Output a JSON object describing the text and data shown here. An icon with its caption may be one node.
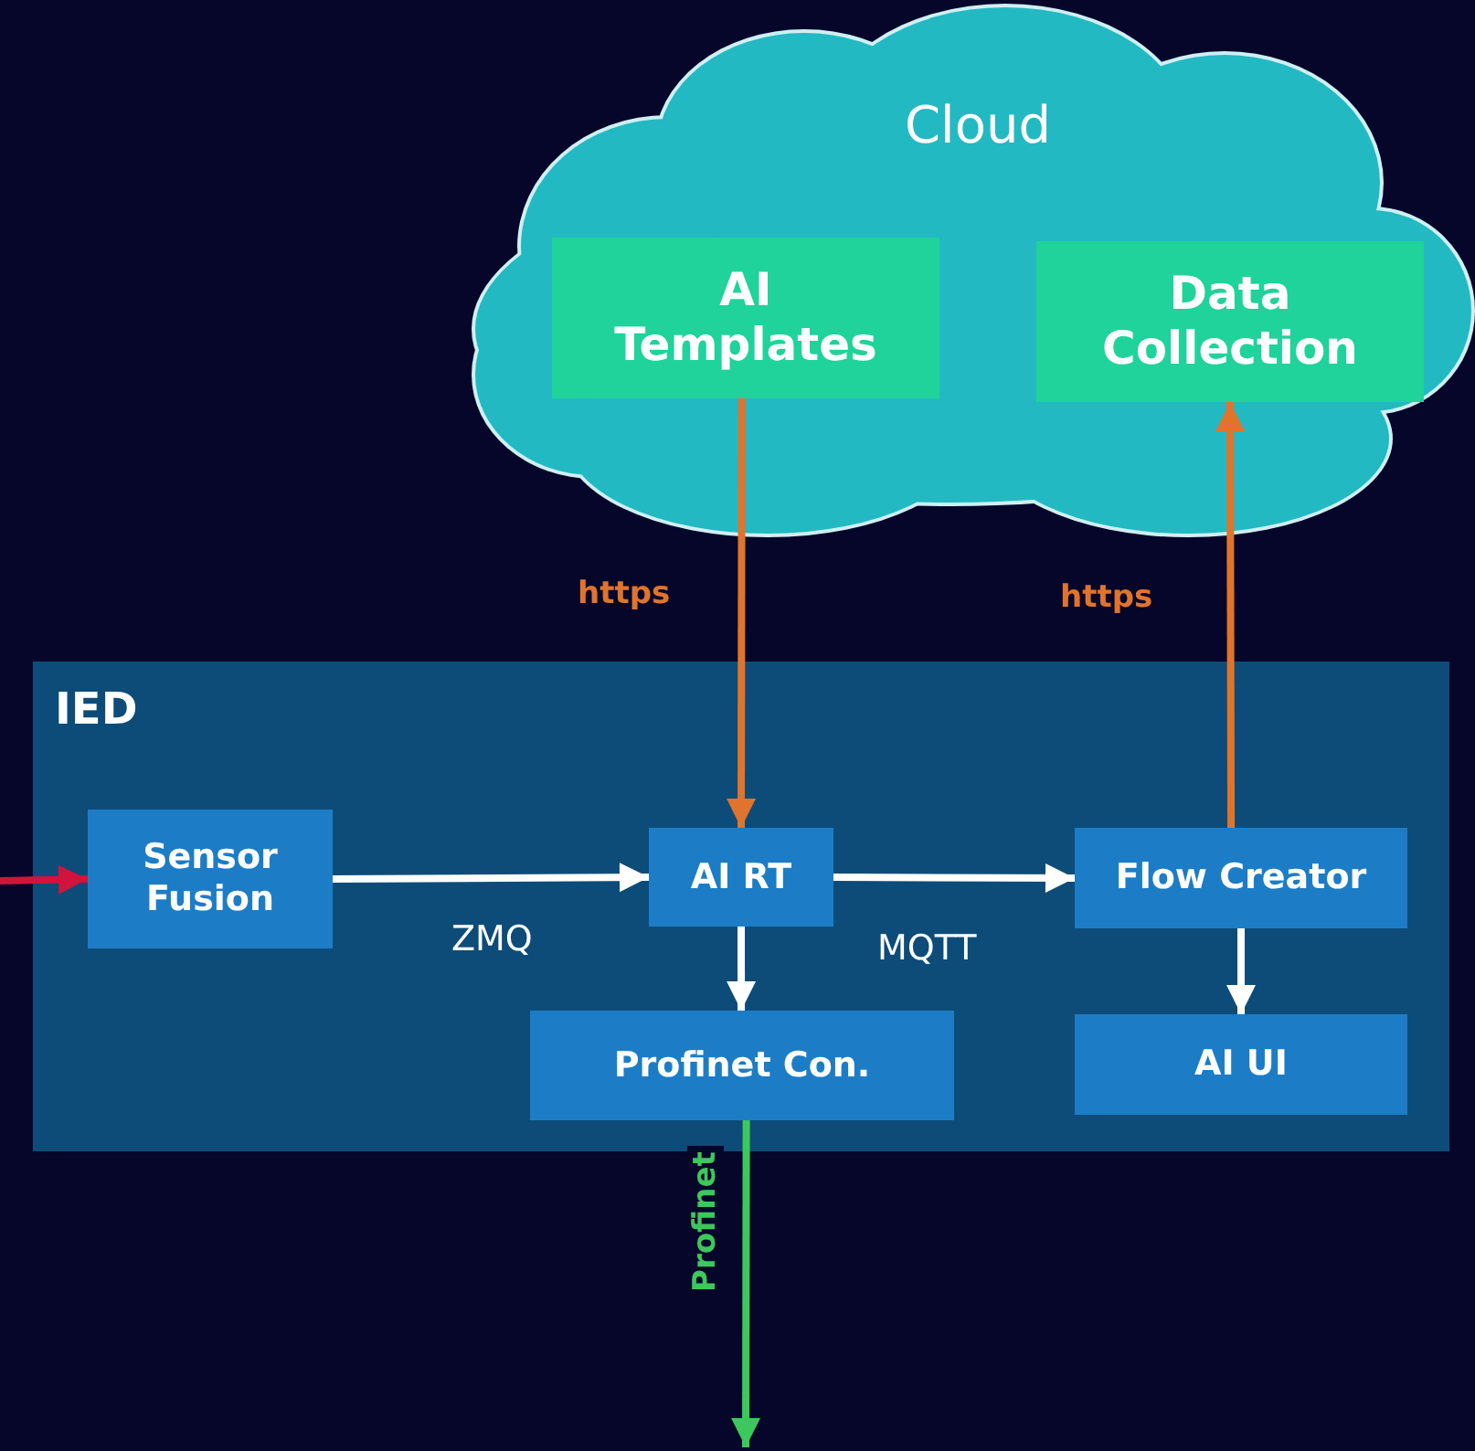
{
  "diagram": {
    "nodes": [
      {
        "text": [
          "Cloud"
        ]
      },
      {
        "text": [
          "AI Templates"
        ],
        "in": 0
      },
      {
        "text": [
          "Data Collection"
        ],
        "in": 0
      },
      {
        "text": [
          "IED"
        ]
      },
      {
        "text": [
          "Sensor Fusion"
        ],
        "in": 3
      },
      {
        "text": [
          "AI RT"
        ],
        "in": 3
      },
      {
        "text": [
          "Flow Creator"
        ],
        "in": 3
      },
      {
        "text": [
          "Profinet Con."
        ],
        "in": 3
      },
      {
        "text": [
          "AI UI"
        ],
        "in": 3
      }
    ],
    "edges": [
      {
        "from": null,
        "to": 4,
        "arrow": "to",
        "color": "#d0143c"
      },
      {
        "from": 4,
        "to": 5,
        "arrow": "to",
        "label": "ZMQ"
      },
      {
        "from": 5,
        "to": 6,
        "arrow": "to",
        "label": "MQTT"
      },
      {
        "from": 5,
        "to": 7,
        "arrow": "to"
      },
      {
        "from": 1,
        "to": 5,
        "arrow": "to",
        "label": "https",
        "color": "#e0742c"
      },
      {
        "from": 6,
        "to": 2,
        "arrow": "to",
        "label": "https",
        "color": "#e0742c"
      },
      {
        "from": 6,
        "to": 8,
        "arrow": "to"
      },
      {
        "from": 7,
        "to": null,
        "arrow": "to",
        "label": "Profinet",
        "color": "#3cc85a"
      }
    ]
  }
}
